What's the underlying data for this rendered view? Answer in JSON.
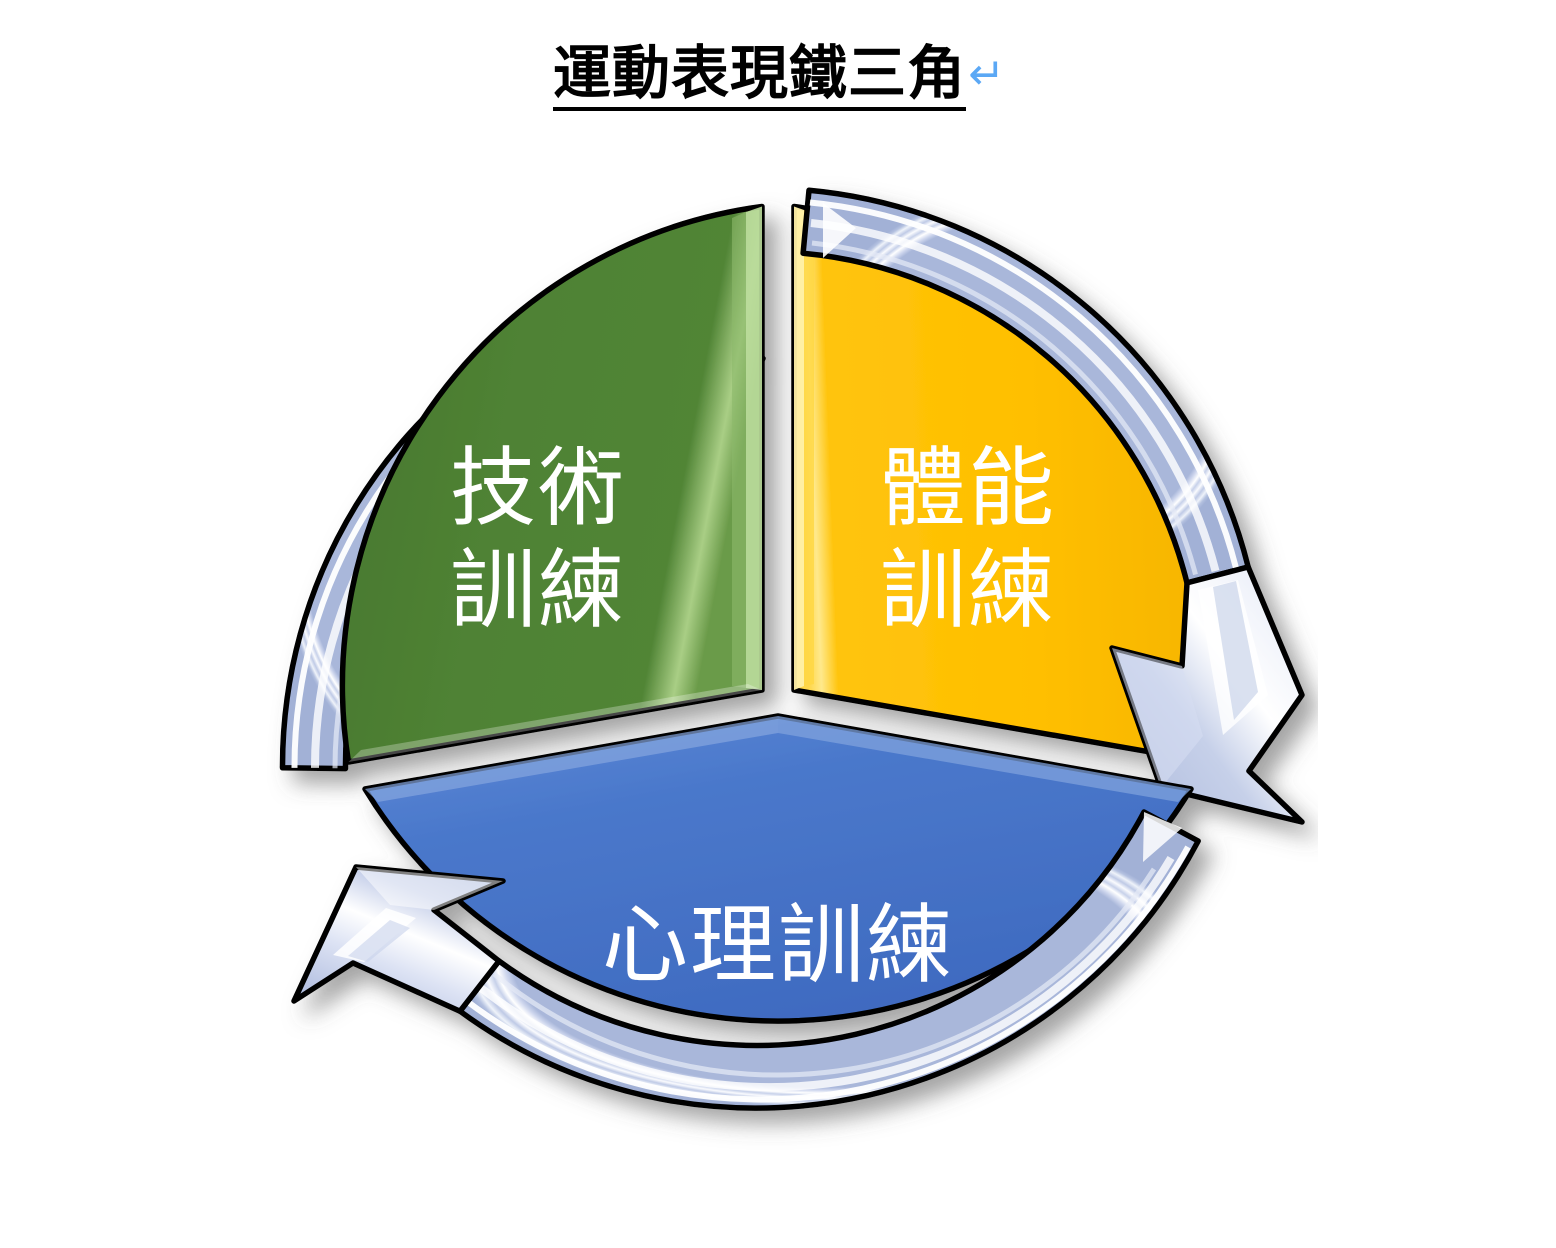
{
  "title": {
    "text": "運動表現鐵三角",
    "pilcrow": "↵",
    "pilcrow_color": "#5BA8F5",
    "underline": true,
    "color": "#000000"
  },
  "diagram": {
    "kind": "cycle-3-segment-circular-arrows",
    "center_label": "",
    "segments": [
      {
        "id": "technical",
        "lines": [
          "技術",
          "訓練"
        ],
        "fill": "#4F8234",
        "text_color": "#FFFFFF",
        "position": "upper-left",
        "start_angle_deg": 180,
        "end_angle_deg": 300
      },
      {
        "id": "physical",
        "lines": [
          "體能",
          "訓練"
        ],
        "fill": "#FFBF00",
        "text_color": "#FFFFFF",
        "position": "upper-right",
        "start_angle_deg": 300,
        "end_angle_deg": 60
      },
      {
        "id": "mental",
        "lines": [
          "心理訓練"
        ],
        "fill": "#4270C6",
        "text_color": "#FFFFFF",
        "position": "bottom",
        "start_angle_deg": 60,
        "end_angle_deg": 180
      }
    ],
    "arrows": [
      {
        "id": "arrow-technical-to-physical",
        "from": "technical",
        "to": "physical",
        "color": "#C5CFE8",
        "direction": "clockwise"
      },
      {
        "id": "arrow-physical-to-mental",
        "from": "physical",
        "to": "mental",
        "color": "#C5CFE8",
        "direction": "clockwise"
      },
      {
        "id": "arrow-mental-to-technical",
        "from": "mental",
        "to": "technical",
        "color": "#C5CFE8",
        "direction": "clockwise"
      }
    ],
    "arrow_color": "#C5CFE8",
    "arrow_highlight": "#FFFFFF",
    "outline_color": "#000000"
  }
}
